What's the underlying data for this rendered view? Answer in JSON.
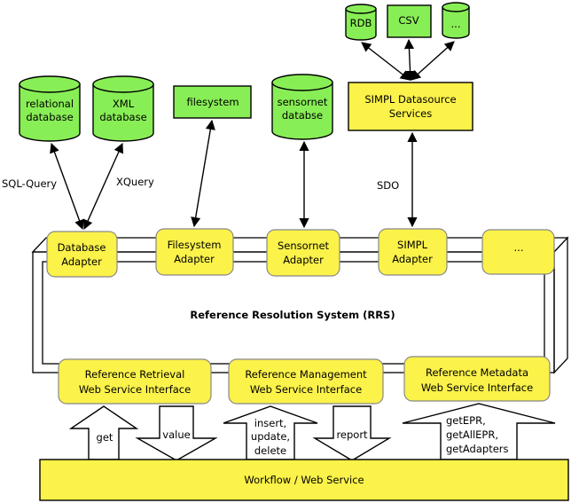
{
  "datastores": {
    "relational": [
      "relational",
      "database"
    ],
    "xml": [
      "XML",
      "database"
    ],
    "filesystem": "filesystem",
    "sensornet": [
      "sensornet",
      "databse"
    ],
    "rdb": "RDB",
    "csv": "CSV",
    "more": "..."
  },
  "services": {
    "simpl_datasource": [
      "SIMPL Datasource",
      "Services"
    ]
  },
  "edges": {
    "sql_query": "SQL-Query",
    "xquery": "XQuery",
    "sdo": "SDO"
  },
  "adapters": {
    "database": [
      "Database",
      "Adapter"
    ],
    "filesystem": [
      "Filesystem",
      "Adapter"
    ],
    "sensornet": [
      "Sensornet",
      "Adapter"
    ],
    "simpl": [
      "SIMPL",
      "Adapter"
    ],
    "more": "..."
  },
  "rrs": {
    "title": "Reference Resolution System (RRS)"
  },
  "interfaces": {
    "retrieval": [
      "Reference Retrieval",
      "Web Service Interface"
    ],
    "management": [
      "Reference Management",
      "Web Service Interface"
    ],
    "metadata": [
      "Reference Metadata",
      "Web Service Interface"
    ]
  },
  "operations": {
    "get": "get",
    "value": "value",
    "insert": [
      "insert,",
      "update,",
      "delete"
    ],
    "report": "report",
    "metadata_ops": [
      "getEPR,",
      "getAllEPR,",
      "getAdapters"
    ]
  },
  "workflow": {
    "label": "Workflow / Web Service"
  },
  "colors": {
    "green": "#88ee55",
    "yellow": "#fbf24a"
  }
}
